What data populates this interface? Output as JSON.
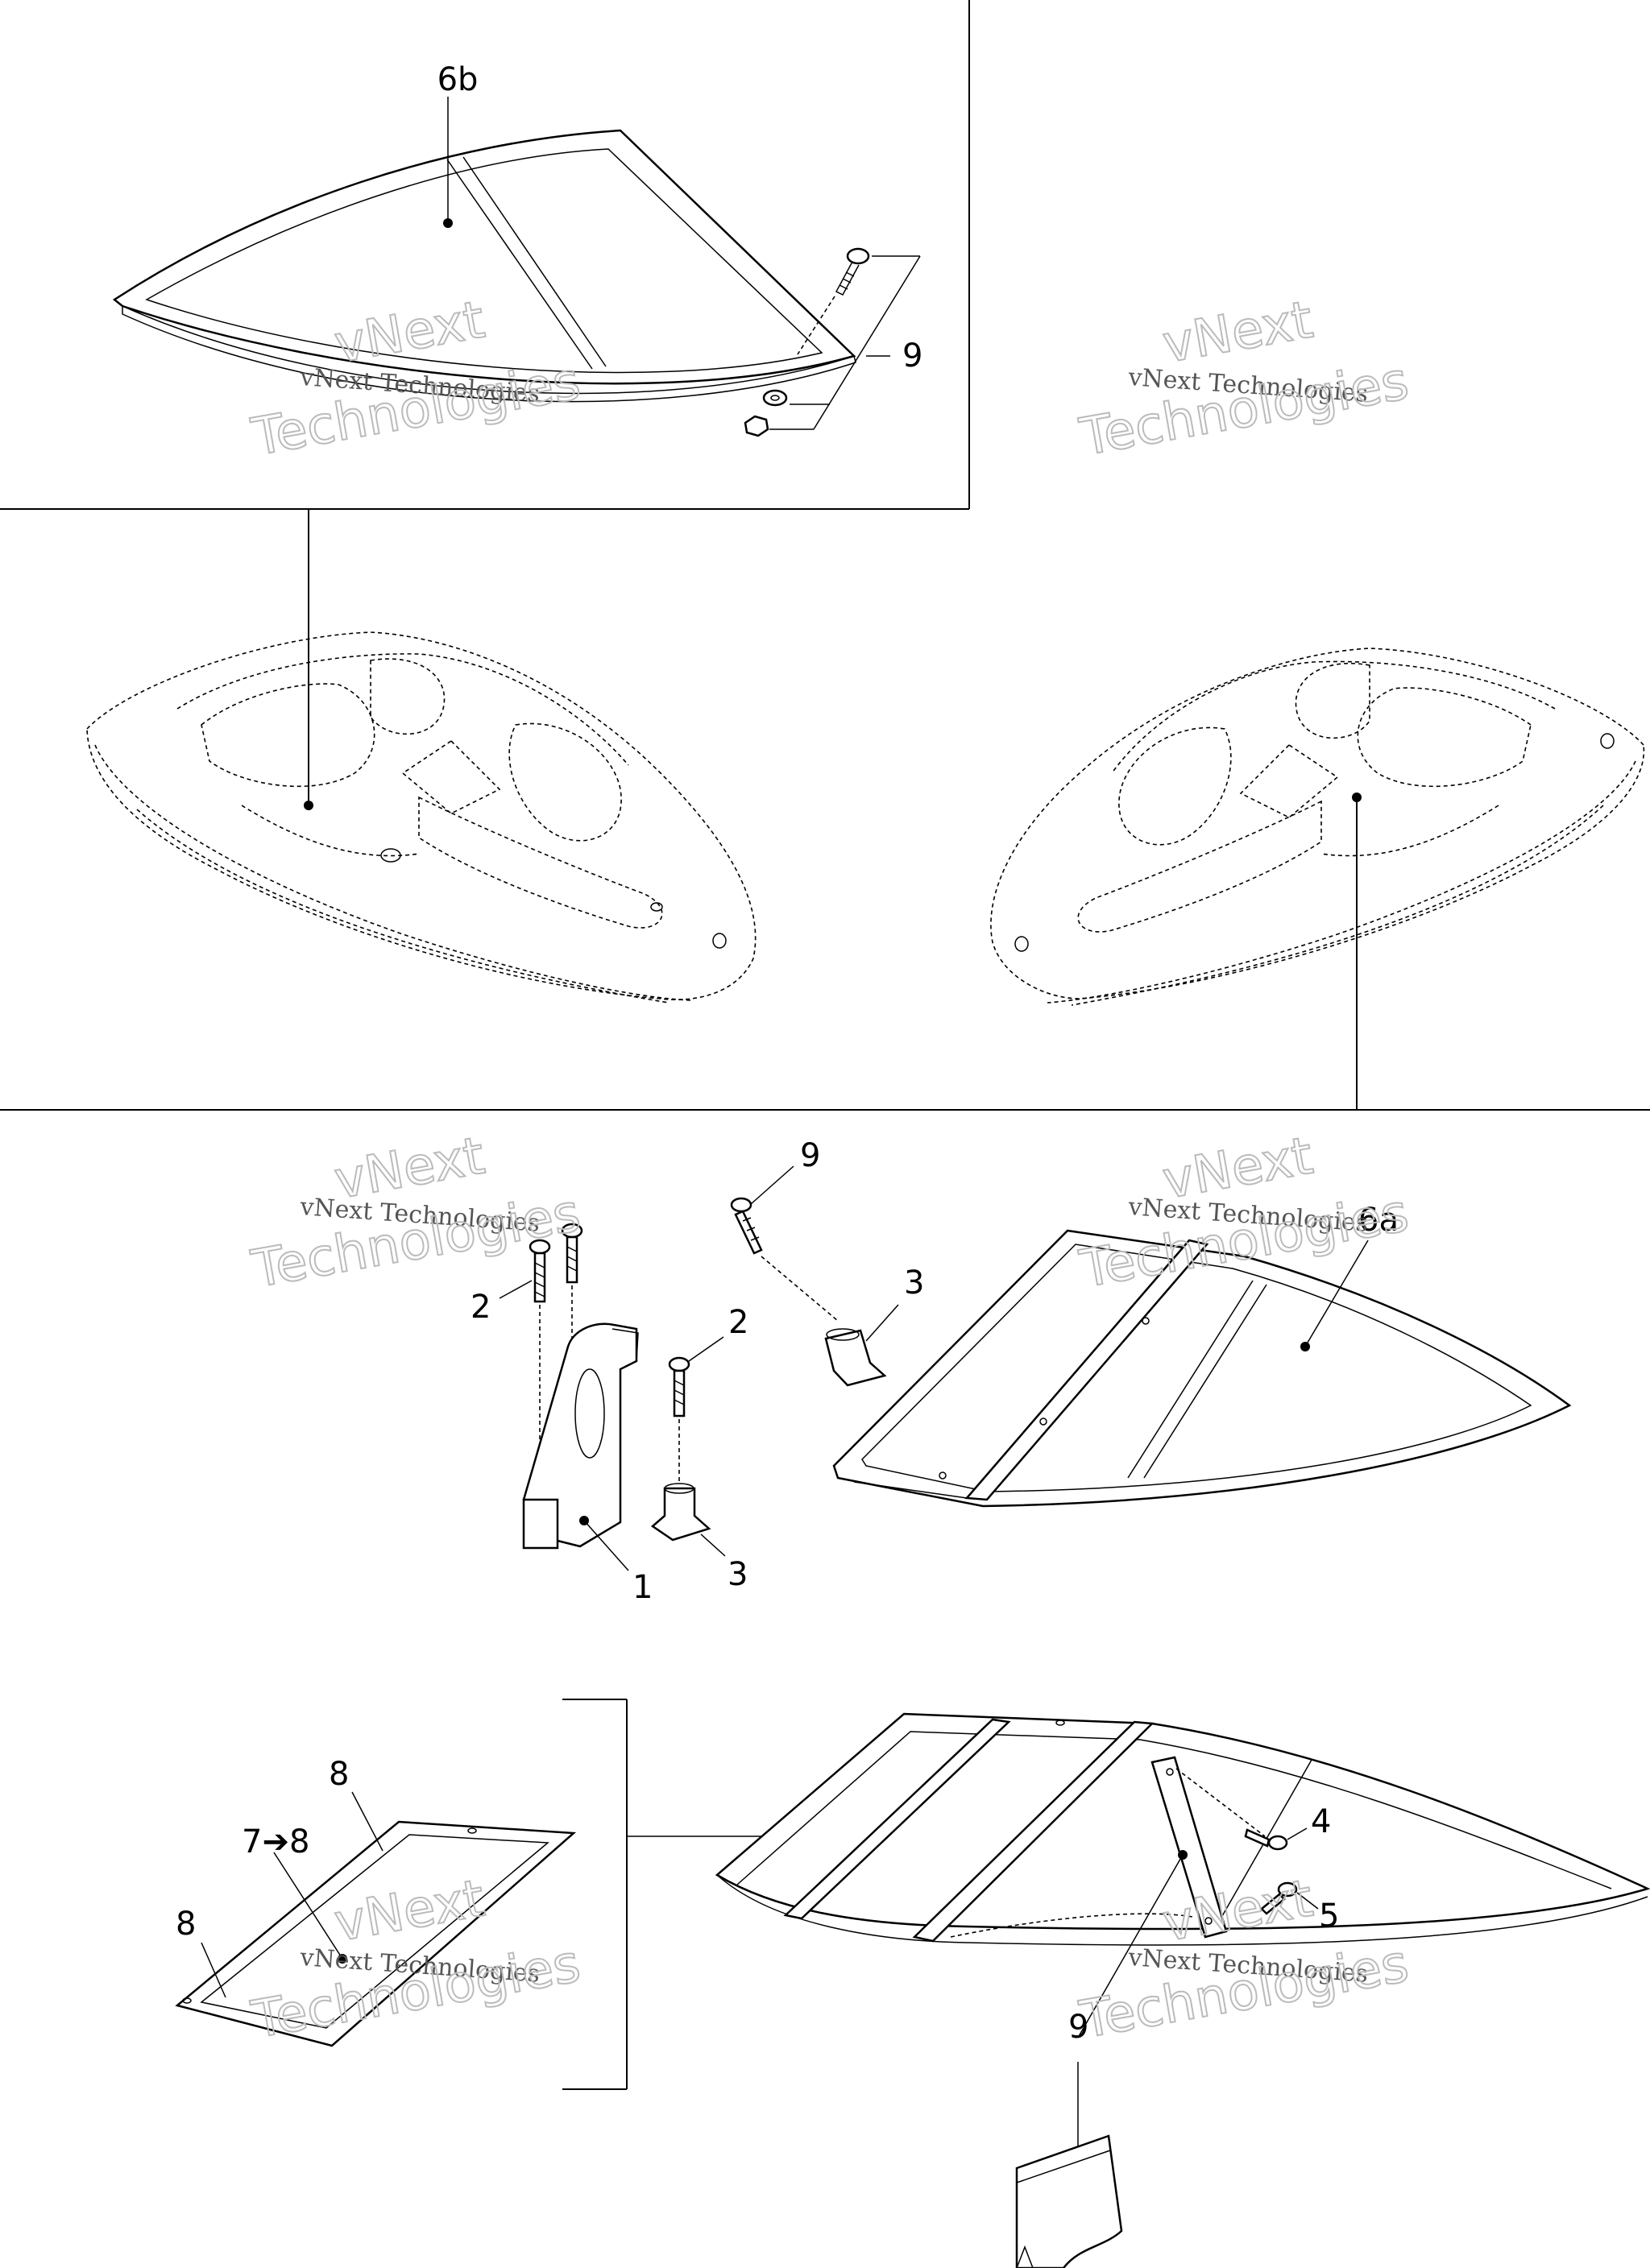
{
  "callouts": {
    "top_panel_windshield": "6b",
    "top_panel_hardware": "9",
    "hinge": "1",
    "screw_left": "2",
    "screw_mid": "2",
    "base_mid": "3",
    "base_right": "3",
    "screw_right_top": "9",
    "windshield_right": "6a",
    "part_8_top": "8",
    "part_7_8": "7➔8",
    "part_8_left": "8",
    "part_4": "4",
    "part_5": "5",
    "part_9_bottom": "9"
  },
  "watermark": {
    "line1": "vNext",
    "line2": "vNext Technologies",
    "line3": "Technologies"
  }
}
